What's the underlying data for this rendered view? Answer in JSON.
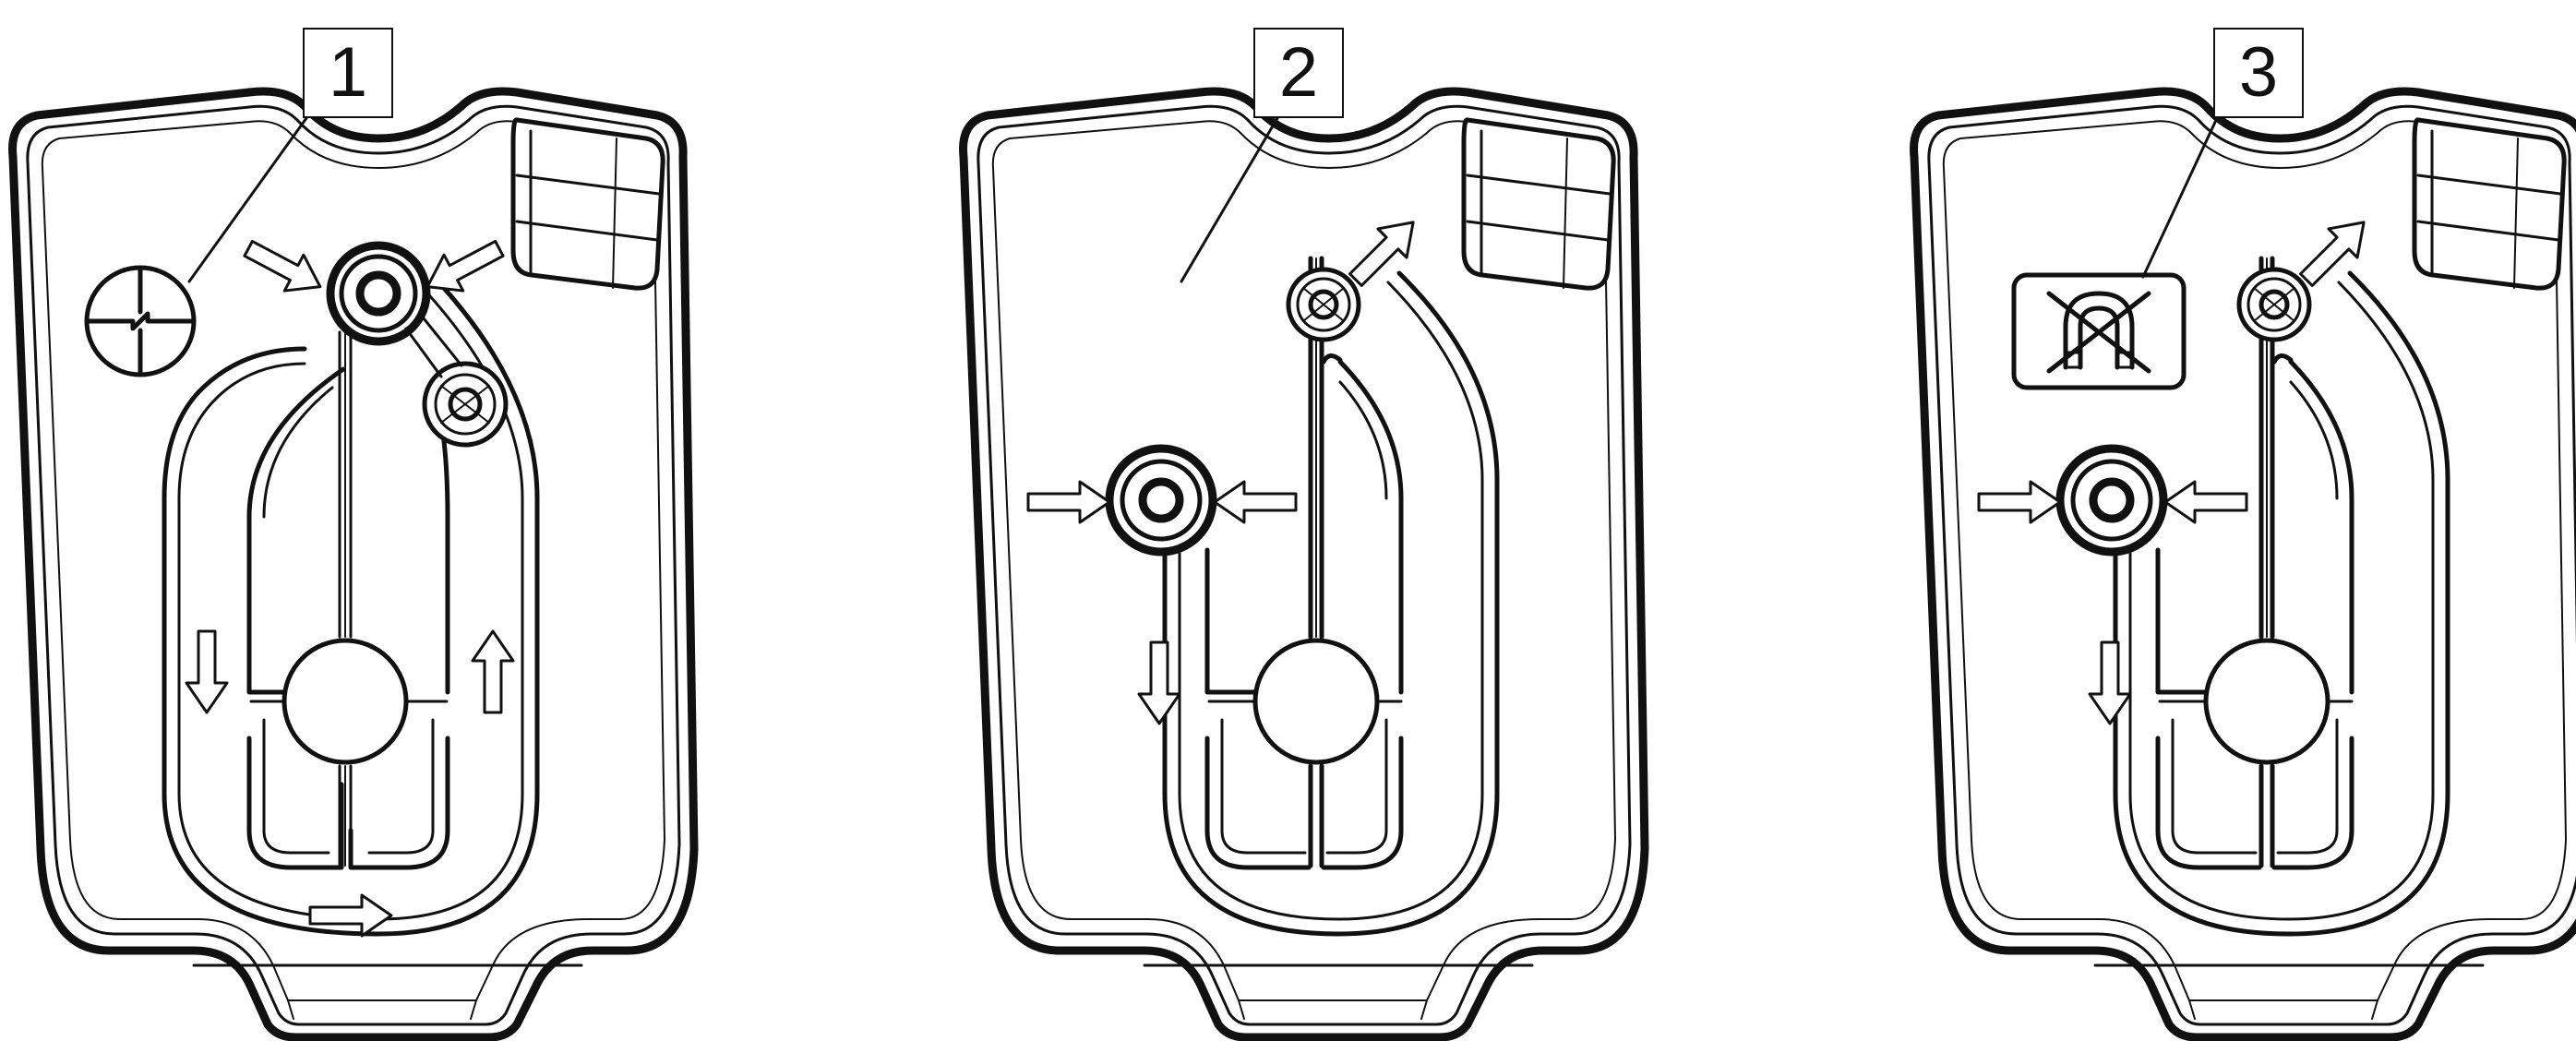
{
  "panels": [
    {
      "label": "1",
      "icon": "rotation-symbol-icon",
      "mode": "loop"
    },
    {
      "label": "2",
      "icon": "none",
      "mode": "side-inlet"
    },
    {
      "label": "3",
      "icon": "no-magnet-icon",
      "mode": "side-inlet"
    }
  ],
  "colors": {
    "ink": "#111111",
    "background": "#ffffff"
  }
}
